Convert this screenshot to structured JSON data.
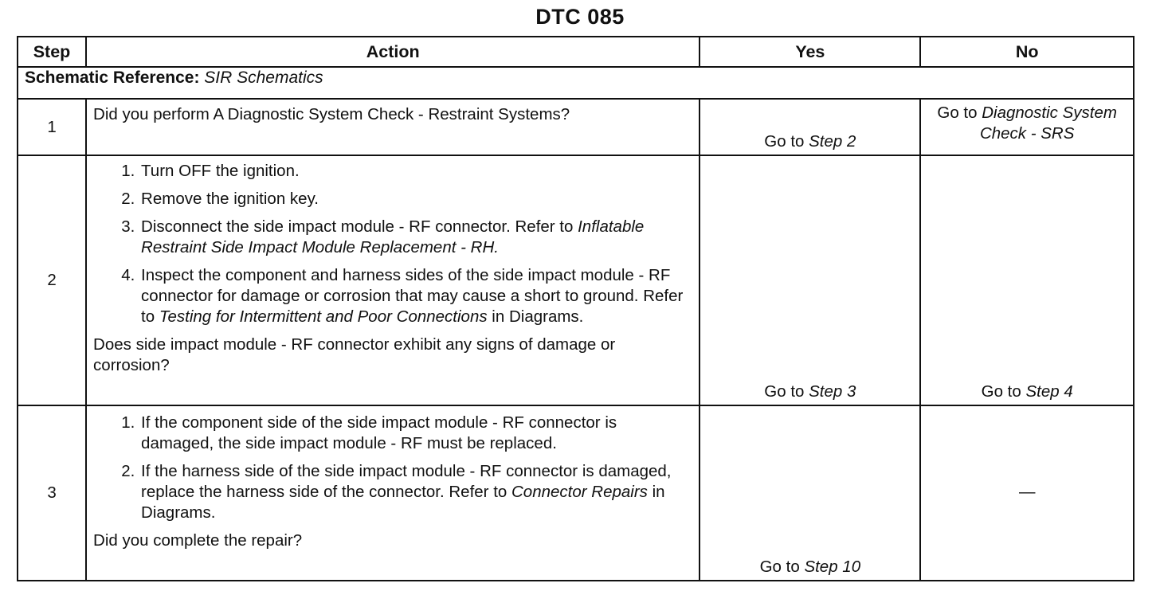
{
  "title": "DTC 085",
  "headers": {
    "step": "Step",
    "action": "Action",
    "yes": "Yes",
    "no": "No"
  },
  "schematic": {
    "label": "Schematic Reference:",
    "value": "SIR Schematics"
  },
  "rows": [
    {
      "step": "1",
      "question": "Did you perform A Diagnostic System Check - Restraint  Systems?",
      "yes_prefix": "Go to ",
      "yes_link": "Step 2",
      "no_prefix": "Go to ",
      "no_link": "Diagnostic System Check -  SRS"
    },
    {
      "step": "2",
      "items": [
        {
          "text": "Turn OFF the ignition."
        },
        {
          "text": "Remove the ignition key."
        },
        {
          "text": "Disconnect the side impact module - RF connector. Refer to ",
          "ref": "Inflatable Restraint Side Impact Module Replacement - RH.",
          "suffix": ""
        },
        {
          "text": "Inspect the component and harness sides of the side impact module - RF connector for damage or corrosion that may cause a short to ground. Refer to ",
          "ref": "Testing for Intermittent and Poor Connections",
          "suffix": " in Diagrams."
        }
      ],
      "question": "Does side impact module - RF connector exhibit any signs of damage or corrosion?",
      "yes_prefix": "Go to ",
      "yes_link": "Step 3",
      "no_prefix": "Go to ",
      "no_link": "Step 4"
    },
    {
      "step": "3",
      "items": [
        {
          "text": "If the component side of the side impact module - RF connector is damaged, the side impact module - RF must be replaced."
        },
        {
          "text": "If the harness side of the side impact module - RF connector is damaged, replace the harness side of the connector. Refer to ",
          "ref": "Connector Repairs",
          "suffix": " in Diagrams."
        }
      ],
      "question": "Did you complete the repair?",
      "yes_prefix": "Go to ",
      "yes_link": "Step 10",
      "no_value": "—"
    }
  ]
}
